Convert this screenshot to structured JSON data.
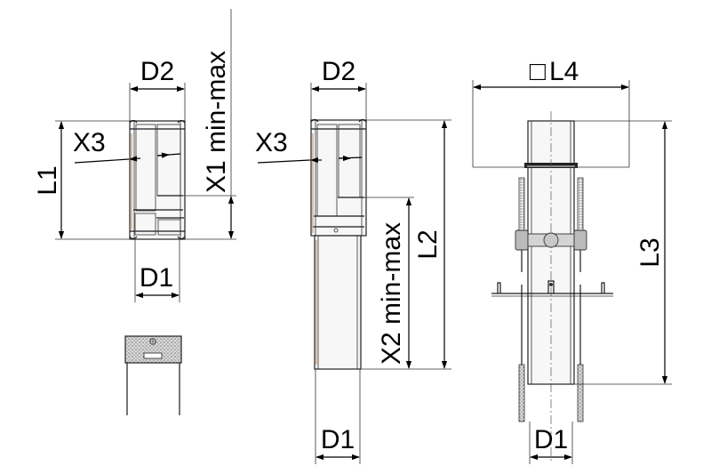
{
  "labels": {
    "d2_a": "D2",
    "x3_a": "X3",
    "l1": "L1",
    "x1": "X1 min-max",
    "d1_a": "D1",
    "d2_b": "D2",
    "x3_b": "X3",
    "x2": "X2 min-max",
    "l2": "L2",
    "d1_b": "D1",
    "l4_prefix": "□",
    "l4": "L4",
    "l3": "L3",
    "d1_c": "D1"
  },
  "colors": {
    "line": "#1a1a1a",
    "accent": "#c8864a",
    "background": "#ffffff"
  }
}
